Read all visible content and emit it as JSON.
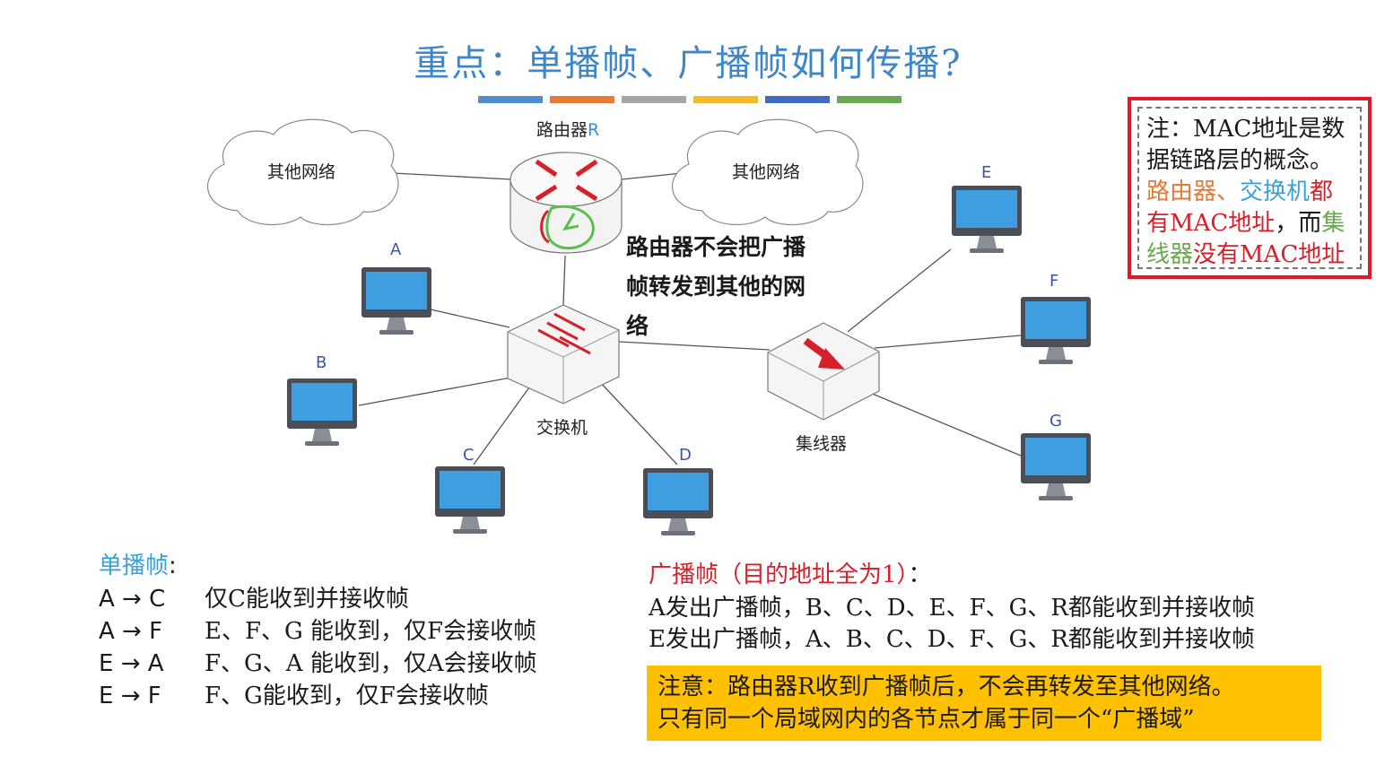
{
  "title": "重点：单播帧、广播帧如何传播?",
  "color_bars": [
    "#4f8ecb",
    "#e67a36",
    "#a6a6a6",
    "#f2bb2b",
    "#3f6cc0",
    "#6aa84f"
  ],
  "nodes": {
    "router_label_main": "路由器",
    "router_label_suffix": "R",
    "switch_label": "交换机",
    "hub_label": "集线器",
    "cloud_left": "其他网络",
    "cloud_right": "其他网络",
    "pc_a": "A",
    "pc_b": "B",
    "pc_c": "C",
    "pc_d": "D",
    "pc_e": "E",
    "pc_f": "F",
    "pc_g": "G"
  },
  "router_note": [
    "路由器不会把广播",
    "帧转发到其他的网",
    "络"
  ],
  "side_note": {
    "line1": "注：MAC地址是数",
    "line2": "据链路层的概念。",
    "l3_a": "路由器",
    "l3_b": "、",
    "l3_c": "交换机",
    "l3_d": "都",
    "l4_a": "有MAC地址",
    "l4_b": "，而",
    "l4_c": "集",
    "l5_a": "线器",
    "l5_b": "没有MAC地址"
  },
  "unicast": {
    "heading": "单播帧",
    "colon": ":",
    "rows": [
      {
        "path": "A → C",
        "desc": "仅C能收到并接收帧"
      },
      {
        "path": "A → F",
        "desc": "E、F、G 能收到，仅F会接收帧"
      },
      {
        "path": "E → A",
        "desc": "F、G、A 能收到，仅A会接收帧"
      },
      {
        "path": "E → F",
        "desc": "F、G能收到，仅F会接收帧"
      }
    ]
  },
  "broadcast": {
    "heading": "广播帧（目的地址全为1）",
    "colon": "：",
    "line1": "A发出广播帧，B、C、D、E、F、G、R都能收到并接收帧",
    "line2": "E发出广播帧，A、B、C、D、F、G、R都能收到并接收帧"
  },
  "warning": {
    "line1": "注意：路由器R收到广播帧后，不会再转发至其他网络。",
    "line2": "只有同一个局域网内的各节点才属于同一个“广播域”"
  },
  "colors": {
    "title": "#3f86c8",
    "note_border": "#e0192a",
    "orange": "#e67a36",
    "blue": "#3aa0d8",
    "red": "#d6202a",
    "green": "#6aa84f",
    "warn_bg": "#ffc000",
    "pc_screen": "#3e9ee0"
  }
}
